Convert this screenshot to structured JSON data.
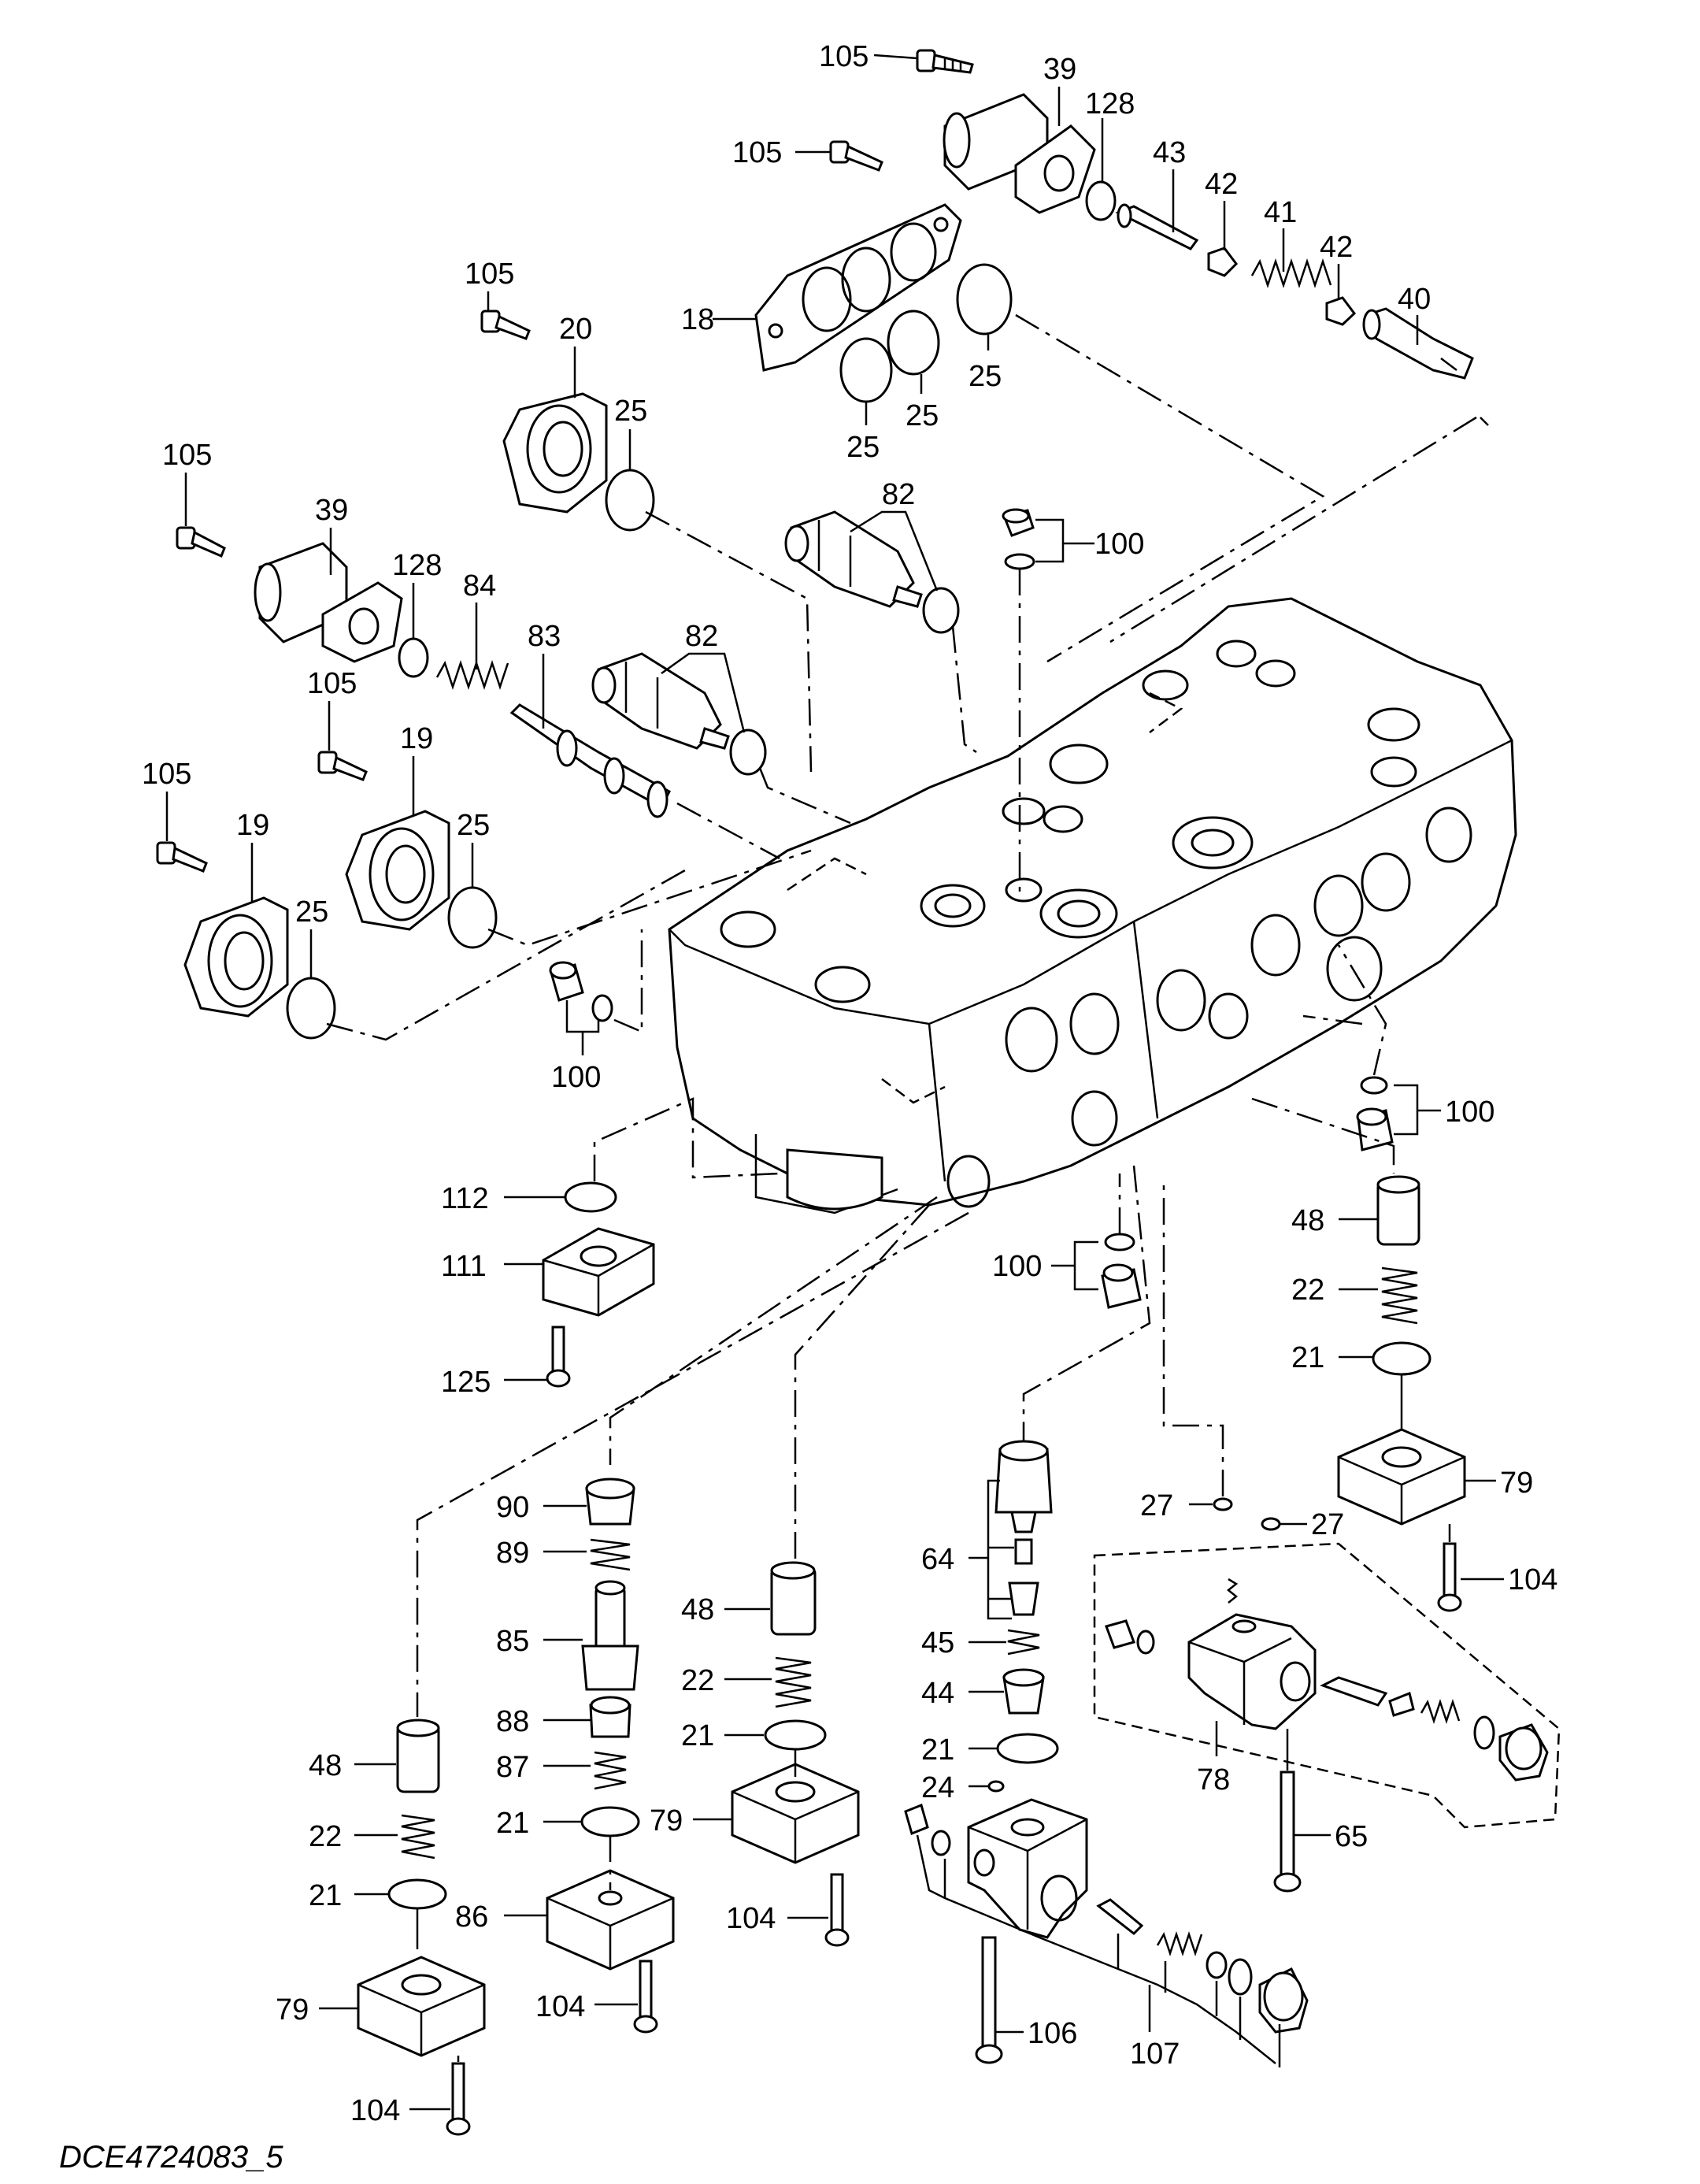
{
  "drawing_id": "DCE4724083_5",
  "callouts": [
    "105",
    "39",
    "128",
    "43",
    "42",
    "41",
    "42",
    "40",
    "105",
    "18",
    "25",
    "25",
    "25",
    "105",
    "20",
    "25",
    "82",
    "100",
    "105",
    "39",
    "128",
    "84",
    "83",
    "82",
    "105",
    "19",
    "25",
    "105",
    "19",
    "25",
    "100",
    "100",
    "112",
    "111",
    "125",
    "48",
    "22",
    "21",
    "79",
    "100",
    "104",
    "27",
    "27",
    "90",
    "89",
    "85",
    "88",
    "87",
    "21",
    "86",
    "104",
    "48",
    "22",
    "21",
    "79",
    "104",
    "64",
    "45",
    "44",
    "21",
    "24",
    "78",
    "107",
    "106",
    "65",
    "48",
    "22",
    "21",
    "79",
    "104"
  ]
}
